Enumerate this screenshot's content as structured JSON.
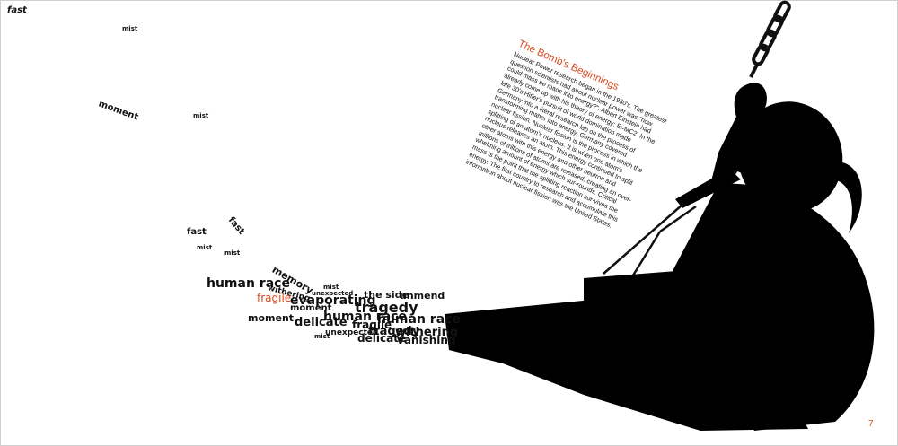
{
  "article": {
    "title": "The Bomb's Beginnings",
    "body": "Nuclear Power research began in the 1930's. The greatest question scientists had about nuclear power was \"how could mass be made into energy?\". Albert Einstein had already come up with his theory of energy: E=MC2. In the late 30's Hitler's pursuit of world domination made Germany into a literal research lab on the process of transforming matter into energy. Germany covered nuclear fission. Nuclear fission is the process in which the splitting of an atom's nucleus. It is when one atom's nucleus releases an atom. This energy continued to split other atoms with this energy and other neutron and millions of trillions of atoms are released, creating an over-whelming amount of energy which sur-rounds. Critical mass is the point that the splitting reaction sur-vives the energy. The first country to research and accumulate this information about nuclear fission was the United States."
  },
  "page_number": "7",
  "words": {
    "fast_1": "fast",
    "mist_1": "mist",
    "moment_1": "moment",
    "mist_2": "mist",
    "fast_2": "fast",
    "fast_3": "fast",
    "mist_3": "mist",
    "mist_4": "mist",
    "memory": "memory",
    "mist_5": "mist",
    "human_race_1": "human race",
    "withering": "withering",
    "unexpected_1": "unexpected",
    "fragile": "fragile",
    "evaporating": "evaporating",
    "tragedy": "tragedy",
    "the_side": "the side",
    "unmend": "unmend",
    "moment_2": "moment",
    "human_race_2": "human race",
    "moment_3": "moment",
    "delicate_1": "delicate",
    "fragile_2": "fragile",
    "human_race_3": "human race",
    "withering_2": "withering",
    "mist_6": "mist",
    "unexpected_2": "unexpected",
    "tragedy_2": "tragedy",
    "delicate_2": "delicate",
    "vanishing": "vanishing"
  },
  "colors": {
    "accent": "#d94a1e",
    "ink": "#111111",
    "background": "#ffffff"
  }
}
